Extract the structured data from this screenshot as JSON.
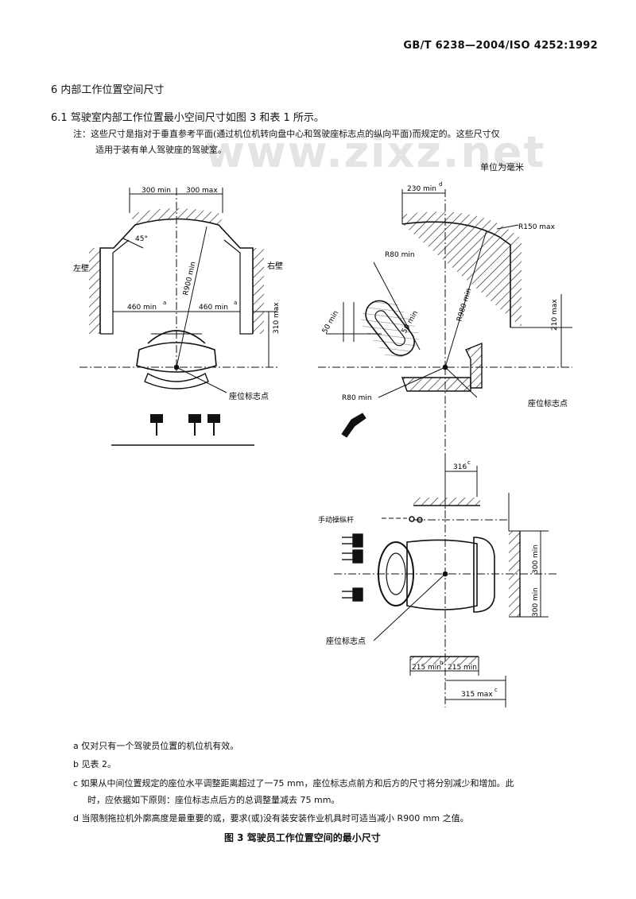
{
  "header": {
    "standard_id": "GB/T 6238—2004/ISO 4252:1992"
  },
  "watermark": "www.zixz.net",
  "section": {
    "title": "6  内部工作位置空间尺寸",
    "subtitle": "6.1  驾驶室内部工作位置最小空间尺寸如图 3 和表 1 所示。",
    "note_line1": "注：这些尺寸是指对于垂直参考平面(通过机位机转向盘中心和驾驶座标志点的纵向平面)而规定的。这些尺寸仅",
    "note_line2": "适用于装有单人驾驶座的驾驶室。"
  },
  "units": "单位为毫米",
  "figure": {
    "front": {
      "dim_top_left": "300 min",
      "dim_top_right": "300 max",
      "angle": "45°",
      "radius": "R900 min",
      "left_wall": "左壁",
      "right_wall": "右壁",
      "dim_left": "460 min",
      "dim_right": "460 min",
      "sup_a": "a",
      "height": "310 max",
      "seat_ref": "座位标志点"
    },
    "side": {
      "dim_top": "230 min",
      "sup_d": "d",
      "radius_max": "R150 max",
      "radius_main": "R980 min",
      "radius_small": "R80 min",
      "dim_50": "50 min",
      "dim_50b": "50 min",
      "radius_low": "R80 min",
      "height": "210 max",
      "seat_ref": "座位标志点"
    },
    "plan": {
      "dim_top": "316",
      "sup_c": "c",
      "lever_label": "手动操纵杆",
      "dim_v1": "300 min",
      "dim_v2": "300 min",
      "seat_ref": "座位标志点",
      "dim_b1": "215 min",
      "dim_b2": "215 min",
      "sup_b": "b",
      "dim_bottom": "315 max",
      "sup_c2": "c"
    }
  },
  "footnotes": {
    "a": "a  仅对只有一个驾驶员位置的机位机有效。",
    "b": "b  见表 2。",
    "c1": "c  如果从中间位置规定的座位水平调整距离超过了一75 mm，座位标志点前方和后方的尺寸将分别减少和增加。此",
    "c2": "时，应依据如下原则：座位标志点后方的总调整量减去 75 mm。",
    "d": "d  当限制拖拉机外廓高度是最重要的或，要求(或)没有装安装作业机具时可适当减小 R900 mm 之值。"
  },
  "caption": "图 3  驾驶员工作位置空间的最小尺寸"
}
